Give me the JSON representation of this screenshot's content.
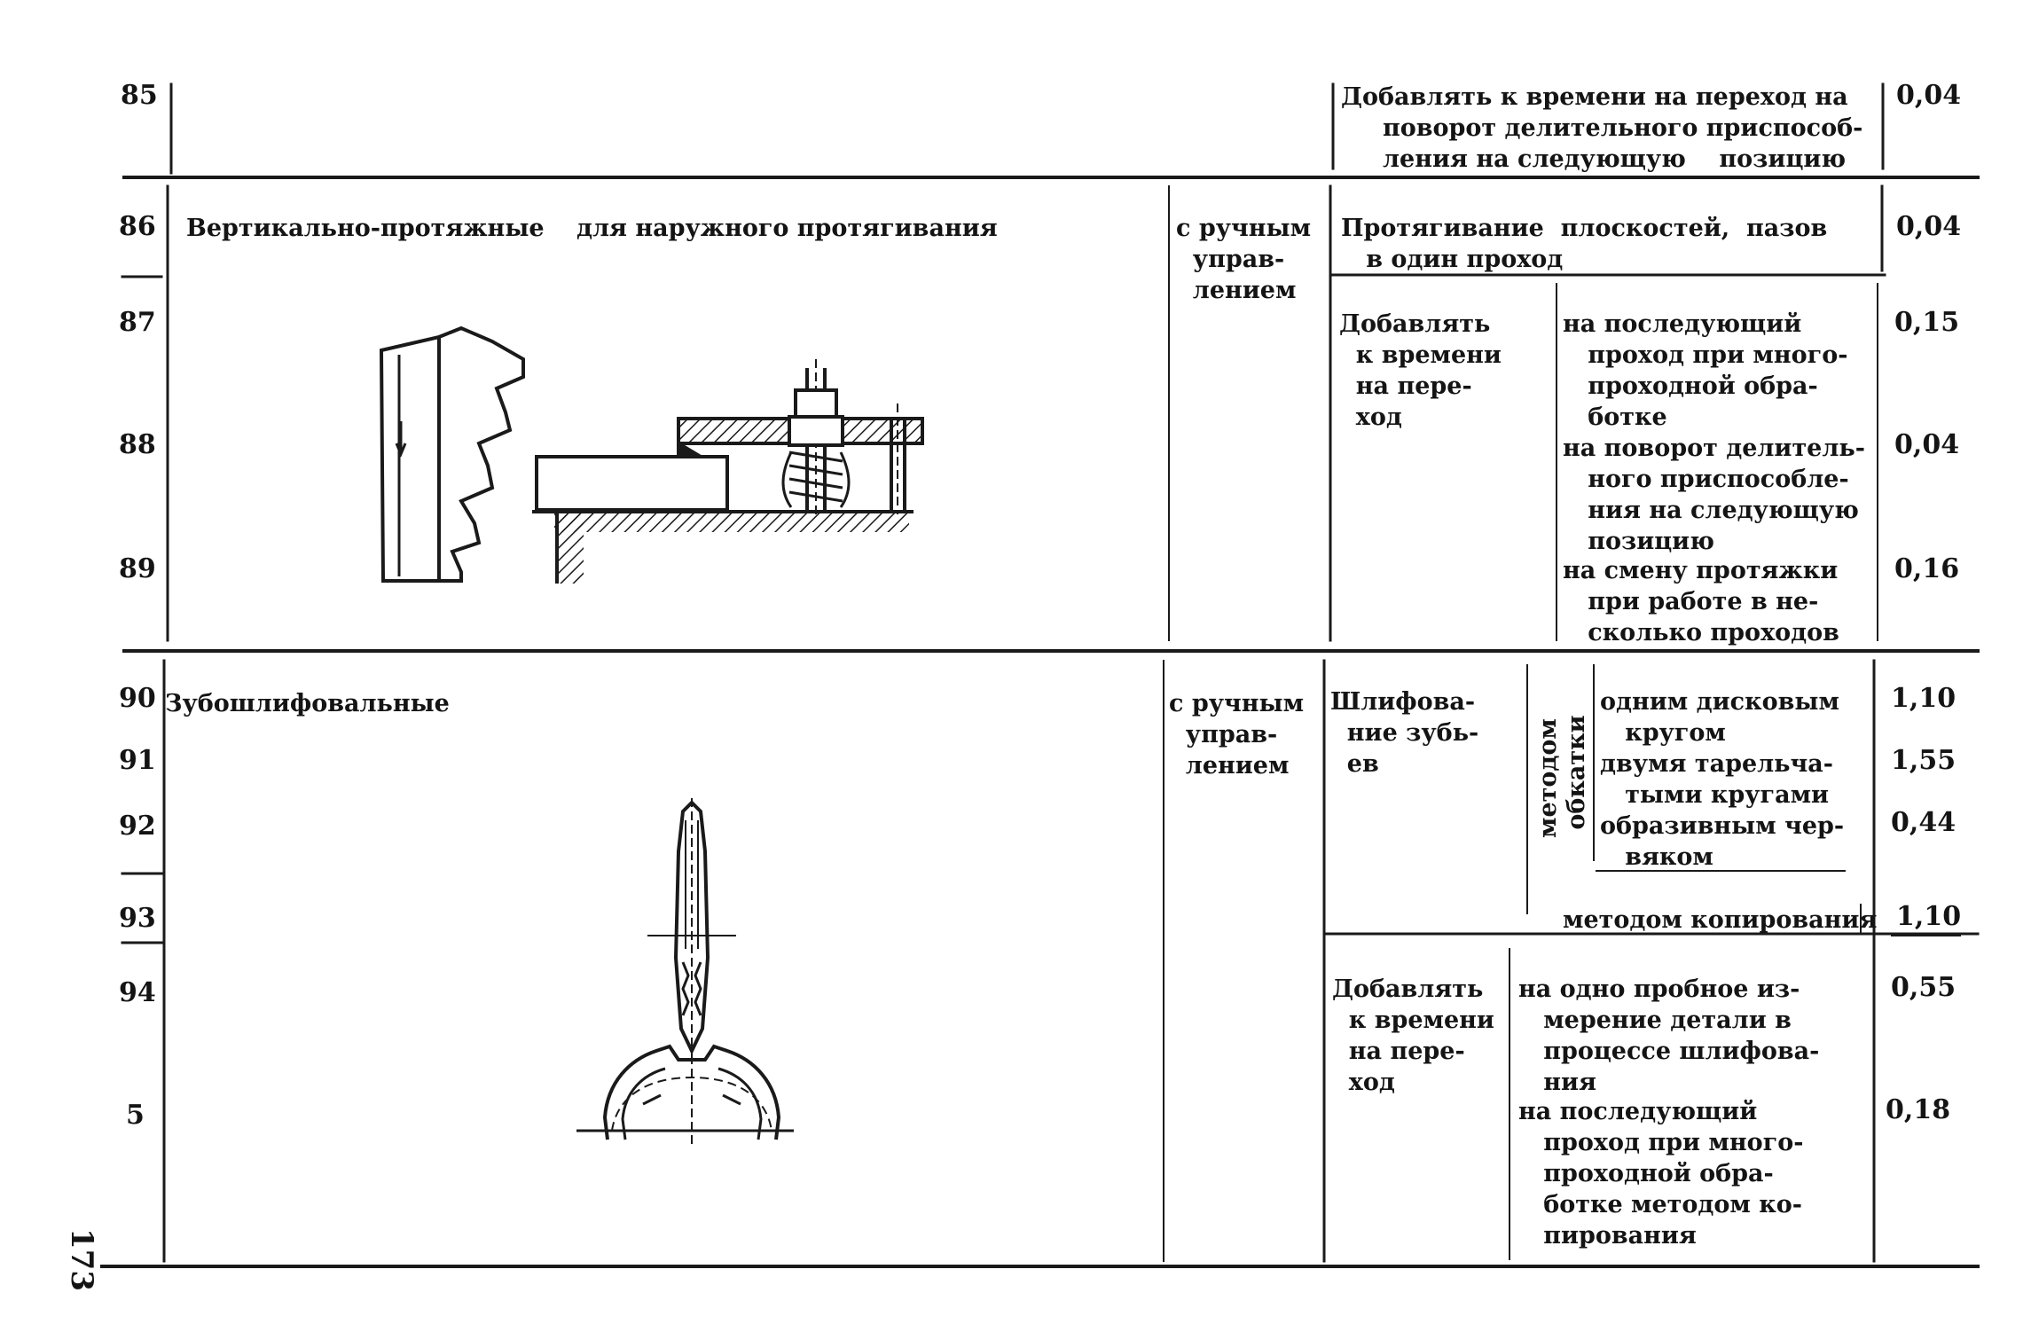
{
  "page_number": "173",
  "rows": {
    "r85": {
      "num": "85",
      "text": "Добавлять к времени на переход на\n     поворот делительного приспособ-\n     ления на следующую    позицию",
      "value": "0,04"
    },
    "r86": {
      "num": "86",
      "text": "Протягивание  плоскостей,  пазов\n   в один проход",
      "value": "0,04"
    },
    "r87": {
      "num": "87",
      "text": "на последующий\n   проход при много-\n   проходной обра-\n   ботке",
      "value": "0,15"
    },
    "r88": {
      "num": "88",
      "text": "на поворот делитель-\n   ного приспособле-\n   ния на следующую\n   позицию",
      "value": "0,04"
    },
    "r89": {
      "num": "89",
      "text": "на смену протяжки\n   при работе в не-\n   сколько проходов",
      "value": "0,16"
    },
    "r90": {
      "num": "90",
      "text": "одним дисковым\n   кругом",
      "value": "1,10"
    },
    "r91": {
      "num": "91",
      "text": "двумя тарельча-\n   тыми кругами",
      "value": "1,55"
    },
    "r92": {
      "num": "92",
      "text": "образивным чер-\n   вяком",
      "value": "0,44"
    },
    "r93": {
      "num": "93",
      "text": "методом копирования",
      "value": "1,10"
    },
    "r94": {
      "num": "94",
      "text": "на одно пробное из-\n   мерение детали в\n   процессе шлифова-\n   ния",
      "value": "0,55"
    },
    "r95": {
      "num": "5",
      "text": "на последующий\n   проход при много-\n   проходной обра-\n   ботке методом ко-\n   пирования",
      "value": "0,18"
    }
  },
  "block1": {
    "machine": "Вертикально-протяжные",
    "type": "для наружного протягивания",
    "control": "с ручным\n  управ-\n  лением",
    "add_label": "Добавлять\n  к времени\n  на пере-\n  ход"
  },
  "block2": {
    "machine": "Зубошлифовальные",
    "control": "с ручным\n  управ-\n  лением",
    "op_label": "Шлифова-\n  ние зубь-\n  ев",
    "method_rot": "методом\n обкатки",
    "add_label": "Добавлять\n  к времени\n  на пере-\n  ход"
  }
}
